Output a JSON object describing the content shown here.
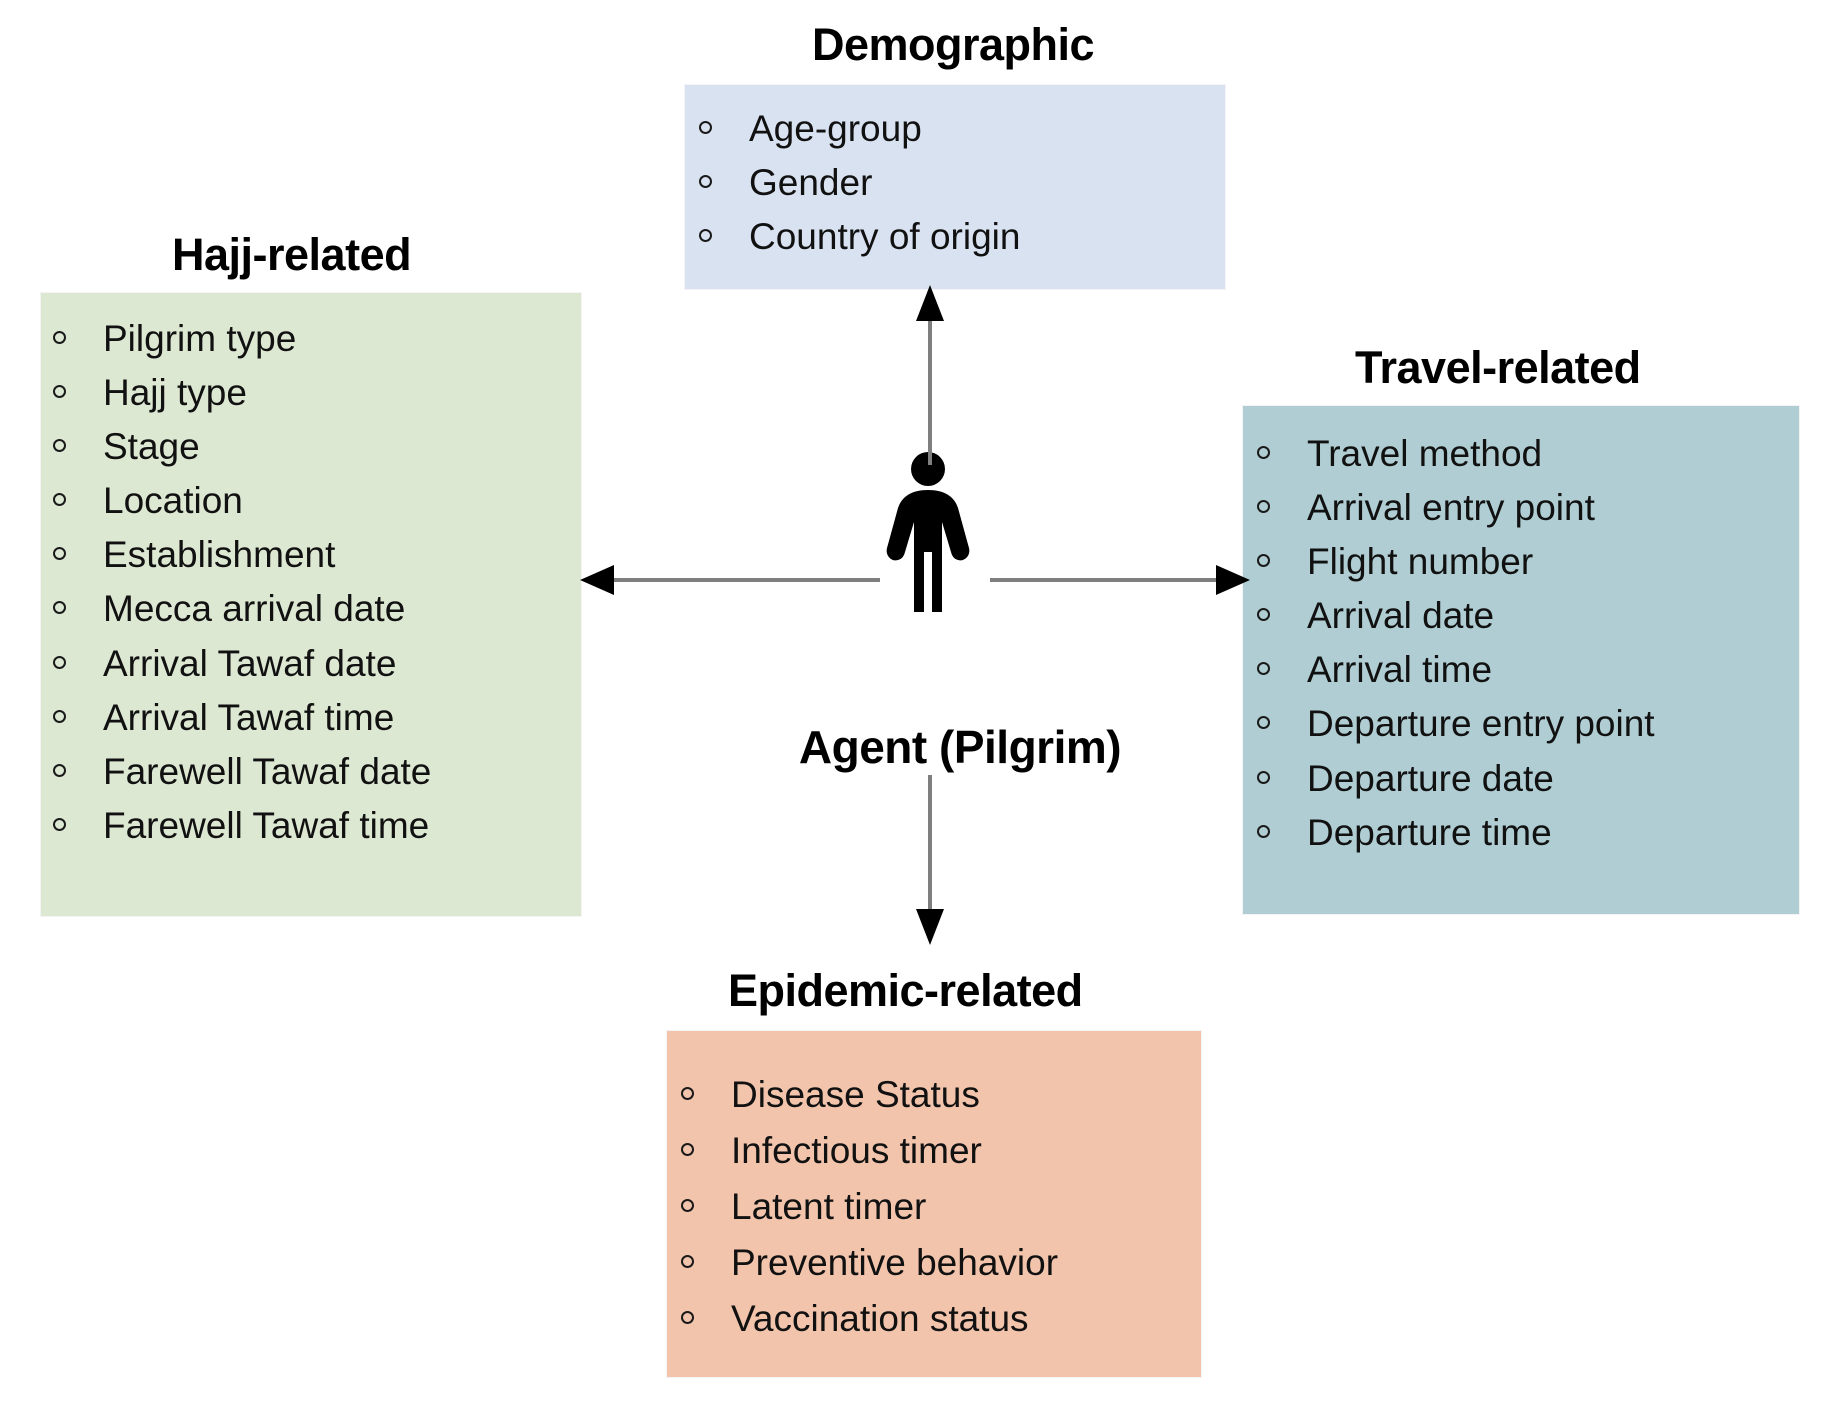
{
  "center": {
    "label": "Agent (Pilgrim)",
    "icon": "person-pictogram"
  },
  "categories": [
    {
      "id": "demographic",
      "title": "Demographic",
      "color": "#d9e2f0",
      "position": "top",
      "items": [
        "Age-group",
        "Gender",
        "Country of origin"
      ]
    },
    {
      "id": "hajj-related",
      "title": "Hajj-related",
      "color": "#dde8d3",
      "position": "left",
      "items": [
        "Pilgrim type",
        "Hajj type",
        "Stage",
        "Location",
        "Establishment",
        "Mecca arrival date",
        "Arrival Tawaf date",
        "Arrival Tawaf time",
        "Farewell Tawaf date",
        "Farewell Tawaf time"
      ]
    },
    {
      "id": "travel-related",
      "title": "Travel-related",
      "color": "#afcdd2",
      "position": "right",
      "items": [
        "Travel method",
        "Arrival entry point",
        "Flight number",
        "Arrival date",
        "Arrival time",
        "Departure entry point",
        "Departure date",
        "Departure time"
      ]
    },
    {
      "id": "epidemic-related",
      "title": "Epidemic-related",
      "color": "#f2c4ac",
      "position": "bottom",
      "items": [
        "Disease Status",
        "Infectious timer",
        "Latent timer",
        "Preventive behavior",
        "Vaccination status"
      ]
    }
  ],
  "arrows": [
    {
      "id": "arrow-to-hajj",
      "direction": "left",
      "color": "#808080"
    },
    {
      "id": "arrow-to-travel",
      "direction": "right",
      "color": "#808080"
    },
    {
      "id": "arrow-to-demographic",
      "direction": "up",
      "color": "#808080"
    },
    {
      "id": "arrow-to-epidemic",
      "direction": "down",
      "color": "#808080"
    }
  ]
}
